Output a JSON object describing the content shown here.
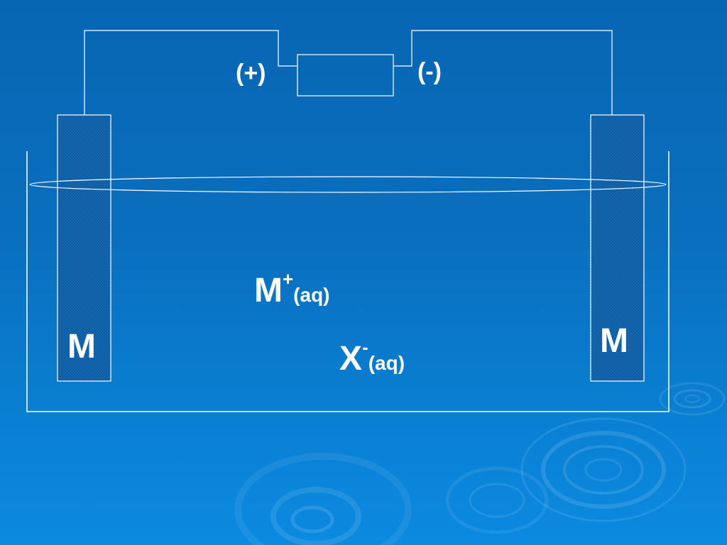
{
  "diagram": {
    "terminal_positive": "(+)",
    "terminal_negative": "(-)",
    "electrode_left_label": "M",
    "electrode_right_label": "M",
    "ion_cation": {
      "symbol": "M",
      "charge": "+",
      "state": "(aq)"
    },
    "ion_anion": {
      "symbol": "X",
      "charge": "-",
      "state": "(aq)"
    }
  },
  "colors": {
    "line": "#ffffff",
    "electrode_fill": "#0a5fa8",
    "background_top": "#0766b3",
    "background_bottom": "#0b8ae0"
  }
}
